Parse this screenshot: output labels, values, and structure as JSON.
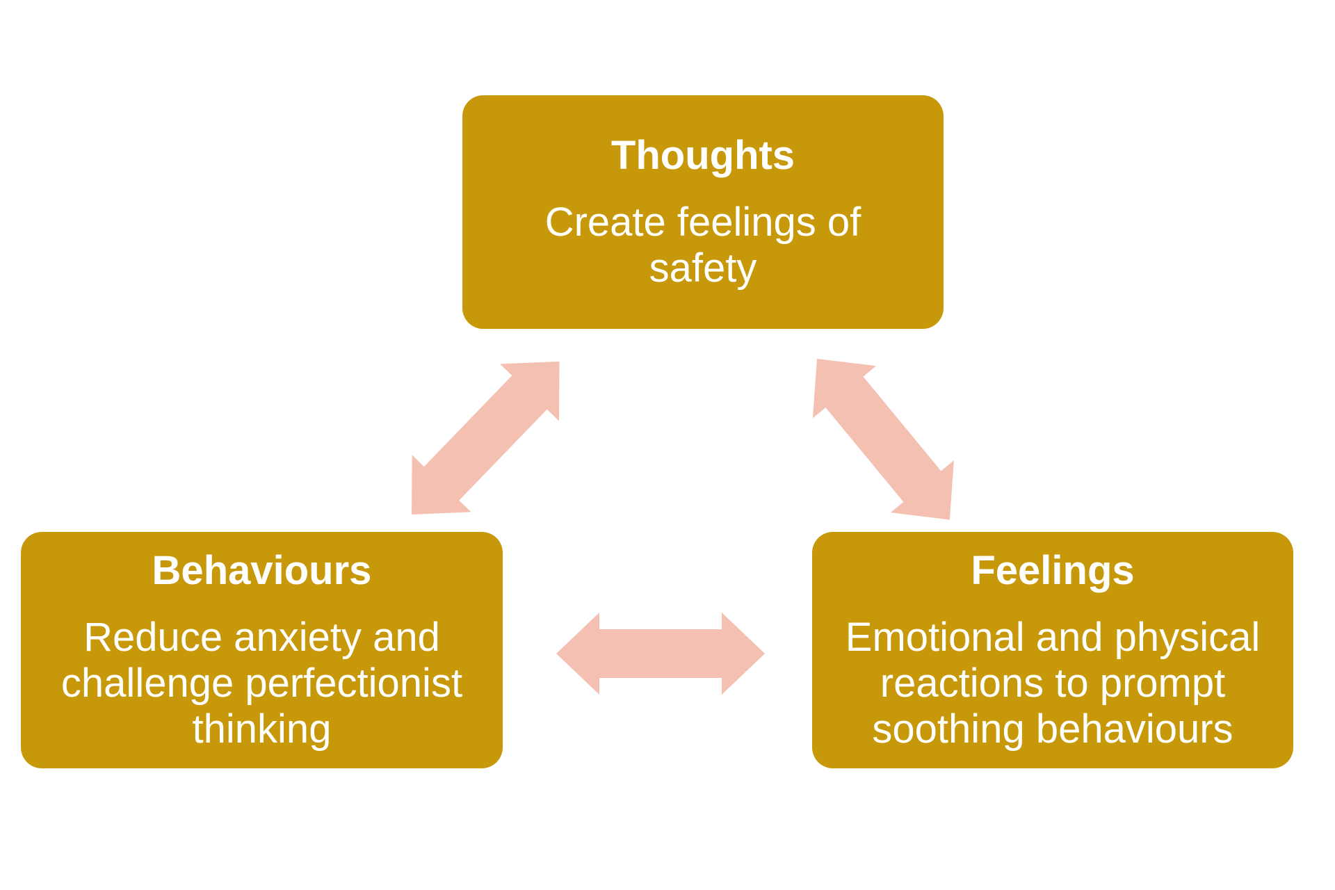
{
  "colors": {
    "background": "#FFFFFF",
    "box": "#C7990A",
    "arrow": "#F4C0B1",
    "text": "#FFFFFF"
  },
  "diagram": {
    "nodes": [
      {
        "id": "thoughts",
        "title": "Thoughts",
        "description": "Create feelings of safety"
      },
      {
        "id": "behaviours",
        "title": "Behaviours",
        "description": "Reduce anxiety and challenge perfectionist thinking"
      },
      {
        "id": "feelings",
        "title": "Feelings",
        "description": "Emotional and physical reactions to prompt soothing behaviours"
      }
    ],
    "connectors": [
      {
        "between": [
          "Thoughts",
          "Behaviours"
        ],
        "style": "double-headed-arrow"
      },
      {
        "between": [
          "Thoughts",
          "Feelings"
        ],
        "style": "double-headed-arrow"
      },
      {
        "between": [
          "Behaviours",
          "Feelings"
        ],
        "style": "double-headed-arrow"
      }
    ]
  }
}
